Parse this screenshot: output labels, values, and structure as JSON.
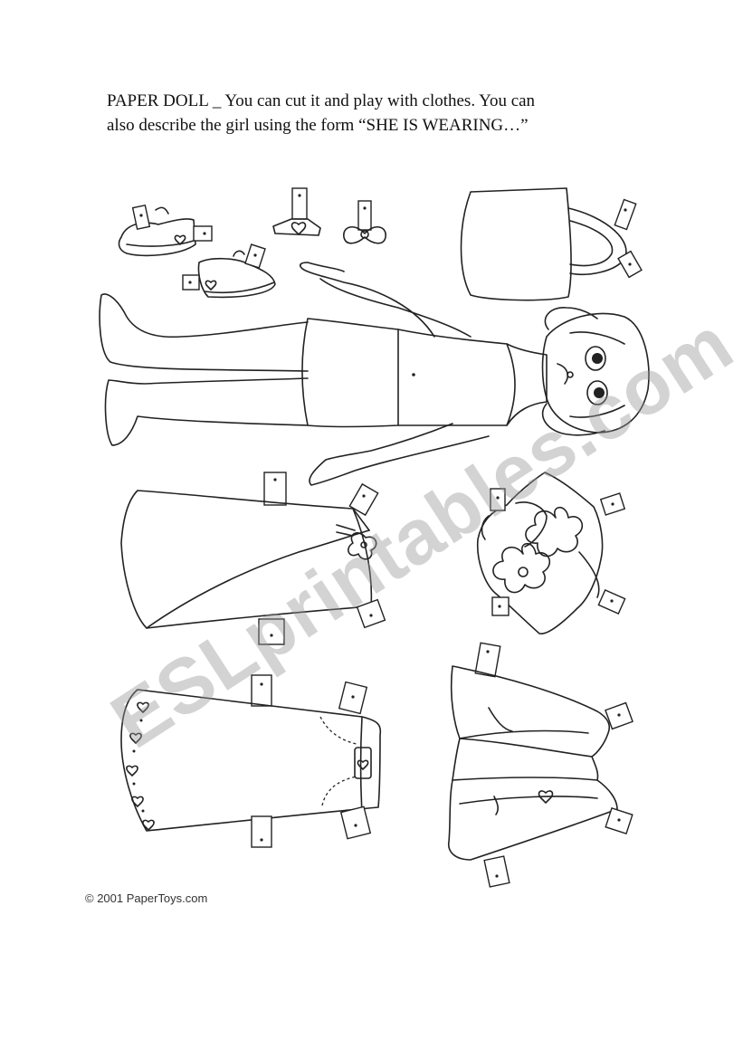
{
  "document": {
    "instructions": {
      "line1": "PAPER DOLL _ You  can cut it and play with clothes. You  can",
      "line2": "also describe the girl using the form “SHE IS WEARING…”"
    },
    "watermark": "ESLprintables.com",
    "copyright": "© 2001 PaperToys.com"
  },
  "illustration": {
    "items": [
      "sneaker-left",
      "sneaker-right",
      "heart-necklace",
      "bow-clip",
      "handbag",
      "paper-doll",
      "long-skirt",
      "flower-shirt",
      "pants",
      "jacket"
    ],
    "ink_color": "#222222",
    "watermark_color": "#969696"
  }
}
